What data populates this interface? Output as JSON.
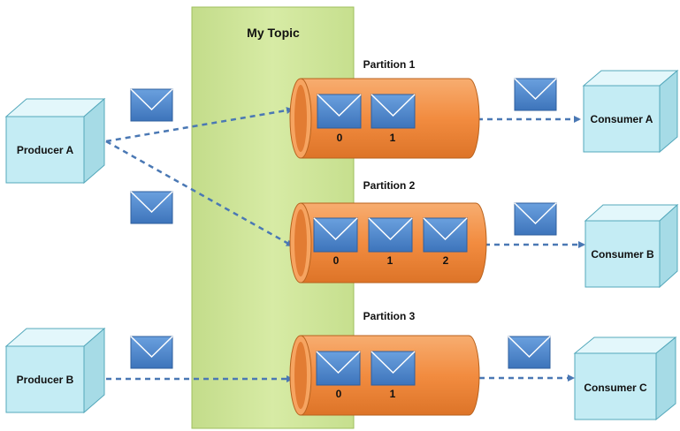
{
  "topic": {
    "title": "My Topic"
  },
  "producers": [
    {
      "id": "producer-a",
      "label": "Producer A"
    },
    {
      "id": "producer-b",
      "label": "Producer B"
    }
  ],
  "consumers": [
    {
      "id": "consumer-a",
      "label": "Consumer A"
    },
    {
      "id": "consumer-b",
      "label": "Consumer B"
    },
    {
      "id": "consumer-c",
      "label": "Consumer C"
    }
  ],
  "partitions": [
    {
      "label": "Partition 1",
      "offsets": [
        "0",
        "1"
      ]
    },
    {
      "label": "Partition 2",
      "offsets": [
        "0",
        "1",
        "2"
      ]
    },
    {
      "label": "Partition 3",
      "offsets": [
        "0",
        "1"
      ]
    }
  ],
  "colors": {
    "topic_fill": "#cde39a",
    "partition_fill": "#f28c40",
    "box_fill": "#c4ecf4",
    "message_fill": "#4f88cc",
    "arrow": "#4a78b4"
  },
  "icons": {
    "message": "envelope-icon"
  }
}
